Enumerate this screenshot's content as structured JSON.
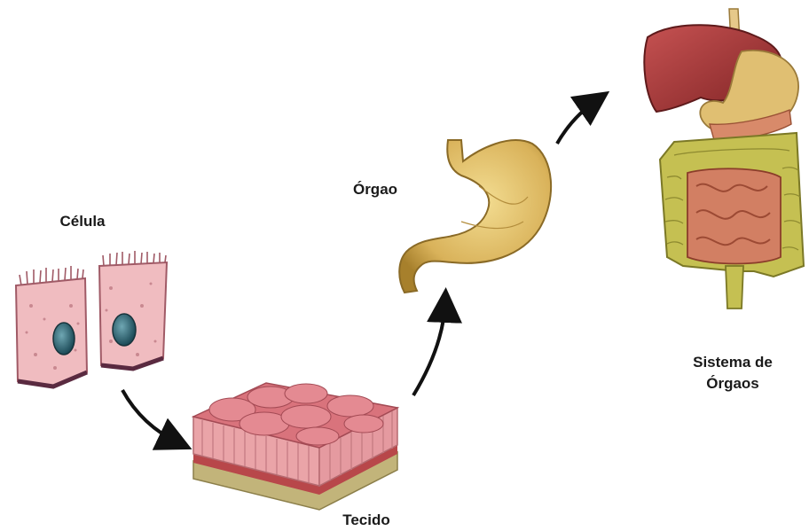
{
  "labels": {
    "cell": "Célula",
    "organ": "Órgao",
    "tissue": "Tecido",
    "system_line1": "Sistema de",
    "system_line2": "Órgaos"
  },
  "colors": {
    "cell_fill": "#f0bcc0",
    "cell_outline": "#a05a66",
    "nucleus": "#2f6b7a",
    "tissue_top": "#d9737c",
    "tissue_side": "#e9a2a6",
    "tissue_base": "#c2b47a",
    "stomach": "#d9b25a",
    "liver": "#a8393a",
    "intestine_large": "#b9b64a",
    "intestine_small": "#c9785e",
    "arrow": "#111111"
  },
  "icons": [
    "cell-icon",
    "tissue-icon",
    "stomach-icon",
    "organ-system-icon",
    "arrow-icon"
  ]
}
